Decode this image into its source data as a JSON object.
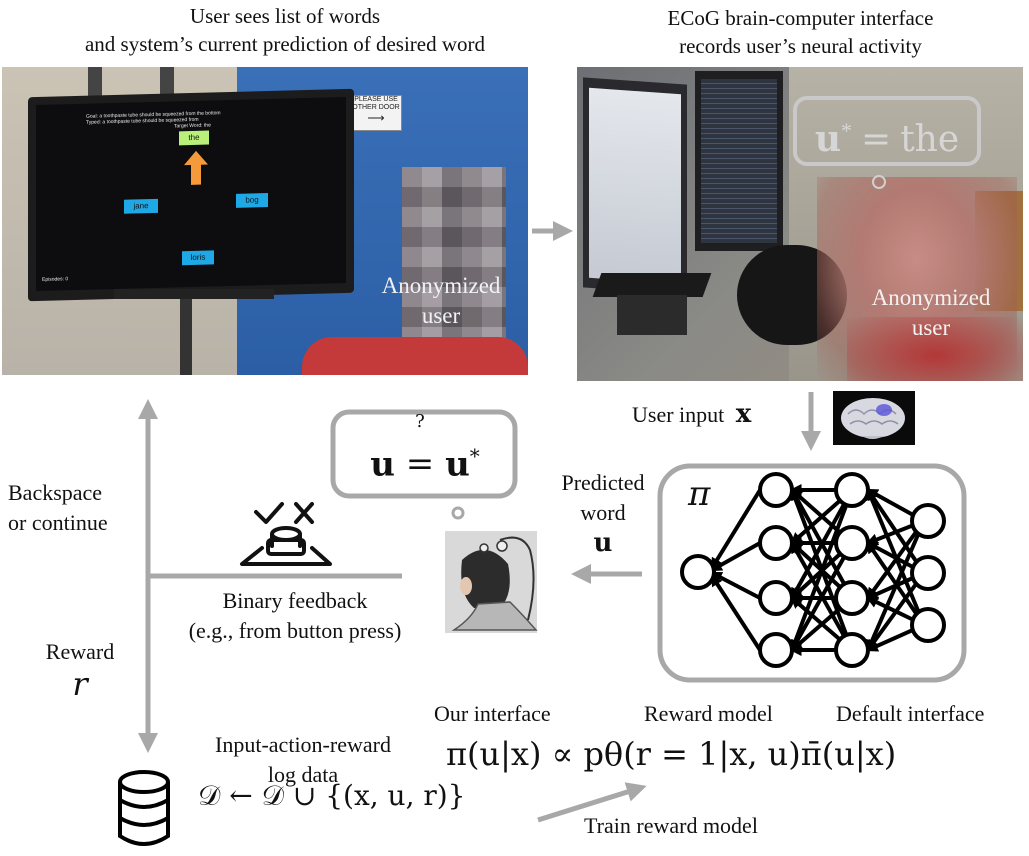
{
  "captions": {
    "left_photo": {
      "line1": "User sees list of words",
      "line2": "and system’s current prediction of desired word"
    },
    "right_photo": {
      "line1": "ECoG brain-computer interface",
      "line2": "records user’s neural activity"
    }
  },
  "left_photo": {
    "goal_text": "Goal: a toothpaste tube should be squeezed from the bottom",
    "typed_text": "Typed: a toothpaste tube should be squeezed from",
    "target_text": "Target Word: the",
    "words": {
      "top": "the",
      "left": "jane",
      "right": "bog",
      "bottom": "loris"
    },
    "episodes_text": "Episodes: 0",
    "sign_text": {
      "line1": "PLEASE USE",
      "line2": "OTHER DOOR"
    },
    "anonymized_label": {
      "line1": "Anonymized",
      "line2": "user"
    }
  },
  "right_photo": {
    "bubble_u": "u",
    "bubble_star": "*",
    "bubble_eq": "=",
    "bubble_word": "the",
    "anonymized_label": {
      "line1": "Anonymized",
      "line2": "user"
    }
  },
  "labels": {
    "user_input": "User input",
    "user_input_var": "x",
    "predicted": {
      "line1": "Predicted",
      "line2": "word",
      "var": "u"
    },
    "policy_symbol": "π",
    "backspace": {
      "line1": "Backspace",
      "line2": "or continue"
    },
    "binary_feedback": {
      "line1": "Binary feedback",
      "line2": "(e.g., from button press)"
    },
    "reward": {
      "line1": "Reward",
      "var": "r"
    },
    "log_data": {
      "line1": "Input-action-reward",
      "line2": "log data"
    },
    "our_interface": "Our interface",
    "reward_model": "Reward model",
    "default_interface": "Default interface",
    "train_reward_model": "Train reward model"
  },
  "equations": {
    "feedback_question": {
      "lhs": "u",
      "op": "=",
      "top": "?",
      "rhs": "u",
      "star": "*"
    },
    "main": "π(u|x) ∝ pθ(r = 1|x, u)π̄(u|x)",
    "dataset": "𝒟 ← 𝒟 ∪ {(x, u, r)}"
  },
  "colors": {
    "arrow_gray": "#a8a8a8",
    "word_box_blue": "#1ea9e6",
    "word_box_green": "#b9f07a",
    "up_arrow_orange": "#f59a3a"
  }
}
